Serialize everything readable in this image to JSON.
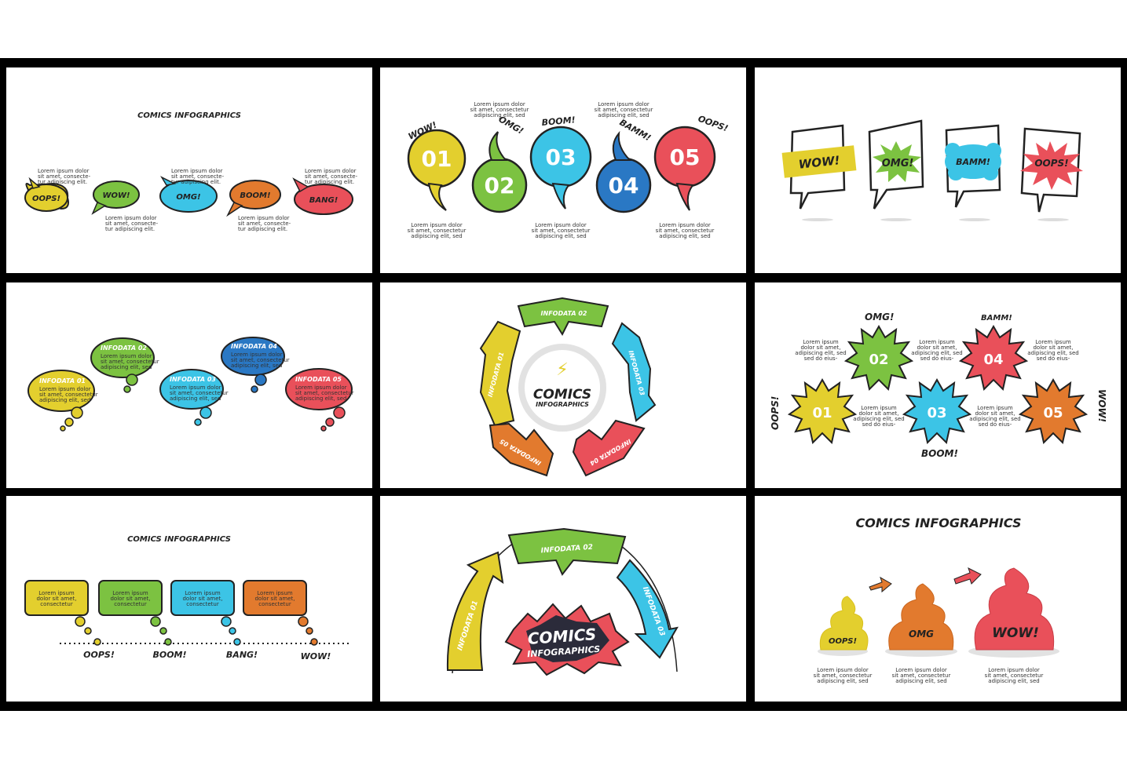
{
  "colors": {
    "yellow": "#e3cf2e",
    "green": "#7cc241",
    "cyan": "#3cc4e6",
    "blue": "#2a78c4",
    "orange": "#e27a2e",
    "red": "#e9505a",
    "dark": "#2b2b3a"
  },
  "lorem": {
    "l1": "Lorem ipsum dolor",
    "l2": "sit amet, consectetur",
    "l3": "adipiscing elit, sed",
    "l2b": "sit amet, consecte-",
    "l3b": "tur adipiscing elit.",
    "a1": "Lorem ipsum",
    "a2": "dolor sit amet,",
    "a3": "sed do eius-",
    "b1": "Lorem ipsum",
    "b2": "dolor sit amet,",
    "b3": "consectetur"
  },
  "p1": {
    "title": "COMICS INFOGRAPHICS",
    "labels": [
      "OOPS!",
      "WOW!",
      "OMG!",
      "BOOM!",
      "BANG!"
    ]
  },
  "p2": {
    "exclaims": [
      "WOW!",
      "OMG!",
      "BOOM!",
      "BAMM!",
      "OOPS!"
    ],
    "nums": [
      "01",
      "02",
      "03",
      "04",
      "05"
    ]
  },
  "p3": {
    "labels": [
      "WOW!",
      "OMG!",
      "BAMM!",
      "OOPS!"
    ]
  },
  "p4": {
    "labels": [
      "INFODATA 01",
      "INFODATA 02",
      "INFODATA 03",
      "INFODATA 04",
      "INFODATA 05"
    ]
  },
  "p5": {
    "title": "COMICS",
    "subtitle": "INFOGRAPHICS",
    "labels": [
      "INFODATA 01",
      "INFODATA 02",
      "INFODATA 03",
      "INFODATA 04",
      "INFODATA 05"
    ]
  },
  "p6": {
    "exclaims": [
      "OOPS!",
      "OMG!",
      "BOOM!",
      "BAMM!",
      "WOW!"
    ],
    "nums": [
      "01",
      "02",
      "03",
      "04",
      "05"
    ]
  },
  "p7": {
    "title": "COMICS INFOGRAPHICS",
    "words": [
      "OOPS!",
      "BOOM!",
      "BANG!",
      "WOW!"
    ]
  },
  "p8": {
    "title": "COMICS",
    "subtitle": "INFOGRAPHICS",
    "labels": [
      "INFODATA 01",
      "INFODATA 02",
      "INFODATA 03"
    ]
  },
  "p9": {
    "title": "COMICS INFOGRAPHICS",
    "labels": [
      "OOPS!",
      "OMG",
      "WOW!"
    ]
  }
}
